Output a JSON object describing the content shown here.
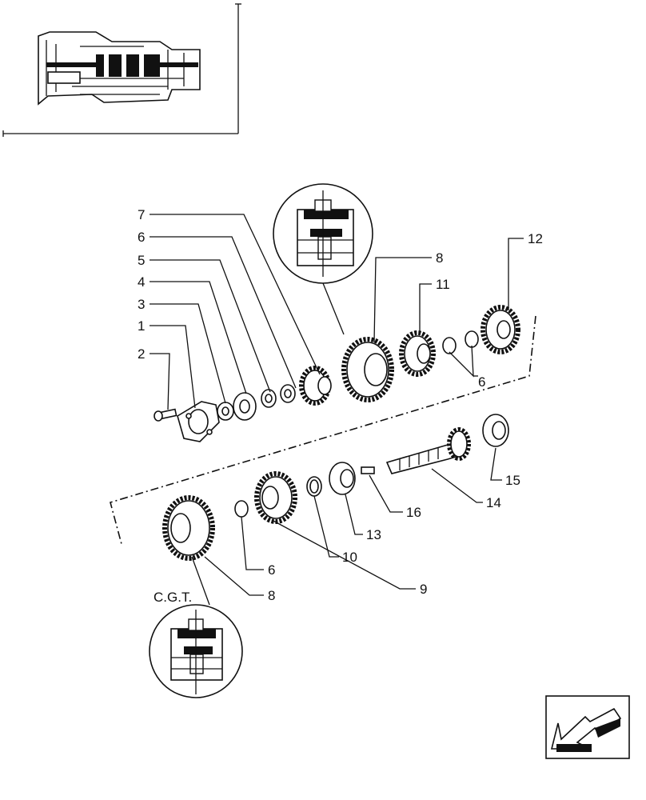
{
  "callouts": [
    {
      "id": "7",
      "label": "7"
    },
    {
      "id": "6a",
      "label": "6"
    },
    {
      "id": "5",
      "label": "5"
    },
    {
      "id": "4",
      "label": "4"
    },
    {
      "id": "3",
      "label": "3"
    },
    {
      "id": "1",
      "label": "1"
    },
    {
      "id": "2",
      "label": "2"
    },
    {
      "id": "8a",
      "label": "8"
    },
    {
      "id": "11",
      "label": "11"
    },
    {
      "id": "12",
      "label": "12"
    },
    {
      "id": "6b",
      "label": "6"
    },
    {
      "id": "15",
      "label": "15"
    },
    {
      "id": "16",
      "label": "16"
    },
    {
      "id": "14",
      "label": "14"
    },
    {
      "id": "13",
      "label": "13"
    },
    {
      "id": "10",
      "label": "10"
    },
    {
      "id": "6c",
      "label": "6"
    },
    {
      "id": "9",
      "label": "9"
    },
    {
      "id": "8b",
      "label": "8"
    }
  ],
  "detail_label": "C.G.T.",
  "icons": {
    "nav_arrow": "back-arrow-icon",
    "locator": "transmission-locator-thumbnail"
  }
}
